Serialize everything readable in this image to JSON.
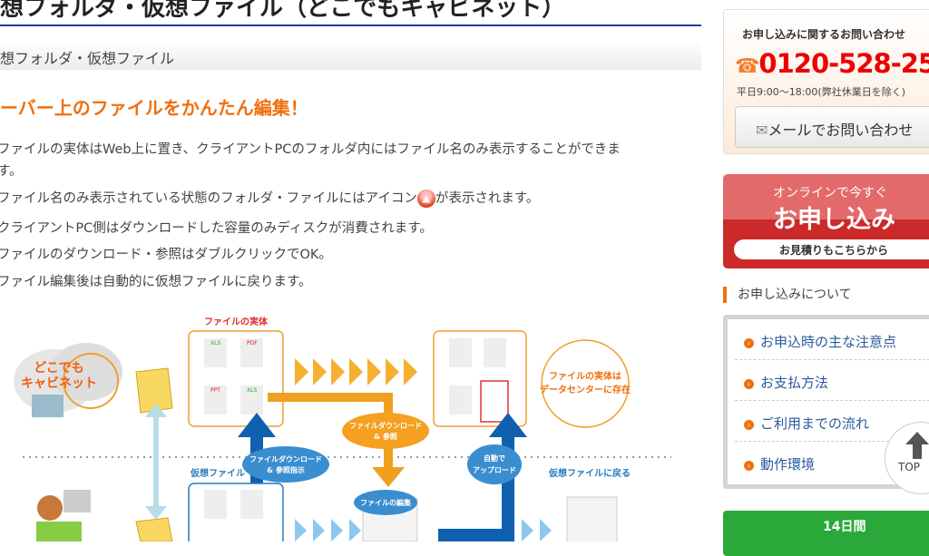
{
  "main": {
    "title": "仮想フォルダ・仮想ファイル（どこでもキャビネット）",
    "subtitle": "仮想フォルダ・仮想ファイル",
    "heading": "サーバー上のファイルをかんたん編集！",
    "paragraphs": [
      "ファイルの実体はWeb上に置き、クライアントPCのフォルダ内にはファイル名のみ表示することができま",
      "す。",
      "ファイル名のみ表示されている状態のフォルダ・ファイルにはアイコン",
      "が表示されます。",
      "クライアントPC側はダウンロードした容量のみディスクが消費されます。",
      "ファイルのダウンロード・参照はダブルクリックでOK。",
      "ファイル編集後は自動的に仮想ファイルに戻ります。"
    ],
    "diagram": {
      "real_file": "ファイルの実体",
      "cloud_line1": "どこでも",
      "cloud_line2": "キャビネット",
      "datacenter_line1": "ファイルの実体は",
      "datacenter_line2": "データセンターに存在",
      "download_ref_line1": "ファイルダウンロード",
      "download_ref_line2": "& 参照",
      "download_instr_line1": "ファイルダウンロード",
      "download_instr_line2": "& 参照指示",
      "auto_upload_line1": "自動で",
      "auto_upload_line2": "アップロード",
      "virtual_file": "仮想ファイル",
      "back_to_virtual": "仮想ファイルに戻る",
      "edit_file": "ファイルの編集",
      "file_types": [
        "XLS",
        "PDF",
        "PPT",
        "XLS"
      ]
    }
  },
  "sidebar": {
    "contact_question": "お申し込みに関するお問い合わせ",
    "phone": "0120-528-25",
    "hours": "平日9:00～18:00(弊社休業日を除く)",
    "mail_button": "メールでお問い合わせ",
    "apply_line1": "オンラインで今すぐ",
    "apply_line2": "お申し込み",
    "apply_line3": "お見積りもこちらから",
    "section_title": "お申し込みについて",
    "nav": [
      "お申込時の主な注意点",
      "お支払方法",
      "ご利用までの流れ",
      "動作環境"
    ],
    "top_label": "TOP",
    "trial_label": "14日間"
  }
}
